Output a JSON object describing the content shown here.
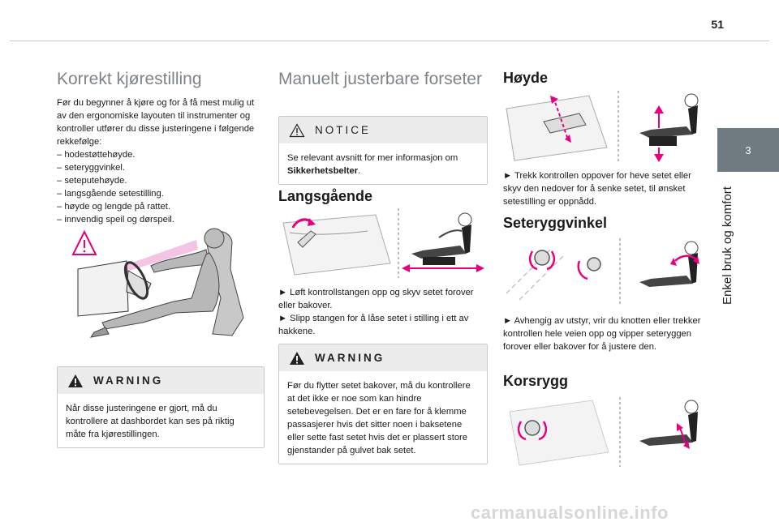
{
  "page_number": "51",
  "chapter": {
    "number": "3",
    "title": "Enkel bruk og komfort"
  },
  "col1": {
    "title": "Korrekt kjørestilling",
    "intro": "Før du begynner å kjøre og for å få mest mulig ut av den ergonomiske layouten til instrumenter og kontroller utfører du disse justeringene i følgende rekkefølge:",
    "list": [
      "– hodestøttehøyde.",
      "– seteryggvinkel.",
      "– seteputehøyde.",
      "– langsgående setestilling.",
      "– høyde og lengde på rattet.",
      "– innvendig speil og dørspeil."
    ],
    "warning": {
      "label": "WARNING",
      "text": "Når disse justeringene er gjort, må du kontrollere at dashbordet kan ses på riktig måte fra kjørestillingen."
    }
  },
  "col2": {
    "title": "Manuelt justerbare forseter",
    "notice": {
      "label": "NOTICE",
      "text_before": "Se relevant avsnitt for mer informasjon om ",
      "text_bold": "Sikkerhetsbelter",
      "text_after": "."
    },
    "langsgaende": {
      "title": "Langsgående",
      "step1": "► Løft kontrollstangen opp og skyv setet forover eller bakover.",
      "step2": "► Slipp stangen for å låse setet i stilling i ett av hakkene."
    },
    "warning": {
      "label": "WARNING",
      "text": "Før du flytter setet bakover, må du kontrollere at det ikke er noe som kan hindre setebevegelsen. Det er en fare for å klemme passasjerer hvis det sitter noen i baksetene eller sette fast setet hvis det er plassert store gjenstander på gulvet bak setet."
    }
  },
  "col3": {
    "hoyde": {
      "title": "Høyde",
      "text": "► Trekk kontrollen oppover for heve setet eller skyv den nedover for å senke setet, til ønsket setestilling er oppnådd."
    },
    "seteryggvinkel": {
      "title": "Seteryggvinkel",
      "text": "► Avhengig av utstyr, vrir du knotten eller trekker kontrollen hele veien opp og vipper seteryggen forover eller bakover for å justere den."
    },
    "korsrygg": {
      "title": "Korsrygg"
    }
  },
  "watermark": "carmanualsonline.info",
  "colors": {
    "accent_magenta": "#e6007e",
    "heading_grey": "#7d8489",
    "tab_grey": "#6f7b80"
  }
}
